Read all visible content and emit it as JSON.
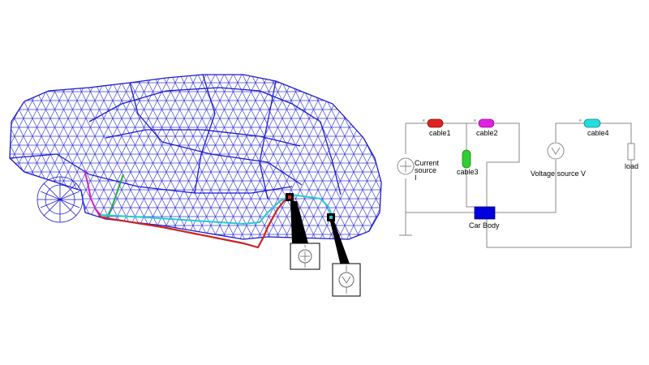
{
  "circuit": {
    "labels": {
      "cable1": "cable1",
      "cable2": "cable2",
      "cable3": "cable3",
      "cable4": "cable4",
      "current_source_line1": "Current",
      "current_source_line2": "source",
      "current_source_line3": "I",
      "voltage_source": "Voltage source V",
      "car_body": "Car Body",
      "load": "load"
    }
  },
  "colors": {
    "mesh": "#1a1acc",
    "cable1": "#cc2222",
    "cable2": "#cc22cc",
    "cable3": "#22bb22",
    "cable4": "#22cccc",
    "car_body": "#0000dd",
    "ground_path": "#b83a1a"
  },
  "icons": {
    "current_source": "current-source-symbol",
    "voltage_source": "voltage-source-symbol",
    "load": "resistor-symbol",
    "ground": "ground-symbol"
  }
}
